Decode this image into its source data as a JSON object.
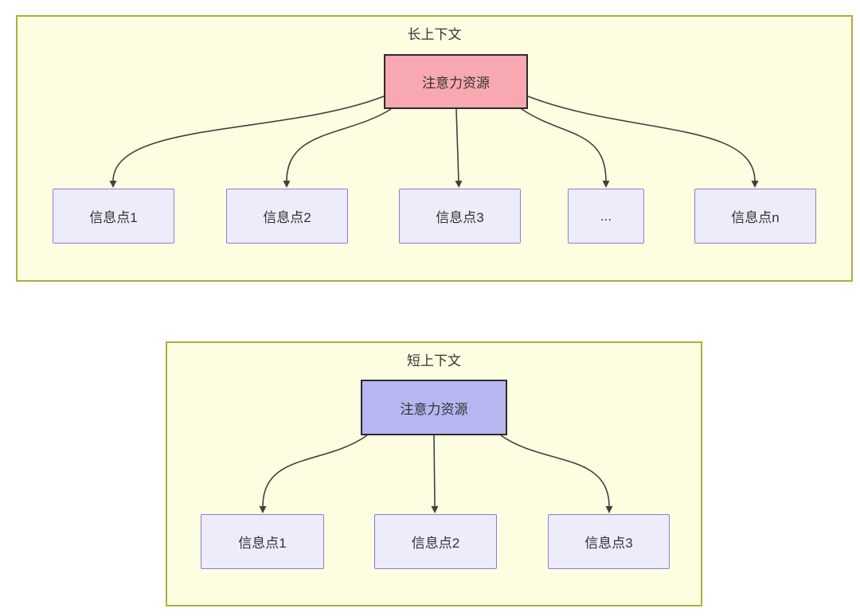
{
  "diagram": {
    "type": "flow-comparison",
    "sections": [
      {
        "id": "long-context",
        "title": "长上下文",
        "source": {
          "label": "注意力资源"
        },
        "targets": [
          {
            "label": "信息点1"
          },
          {
            "label": "信息点2"
          },
          {
            "label": "信息点3"
          },
          {
            "label": "..."
          },
          {
            "label": "信息点n"
          }
        ]
      },
      {
        "id": "short-context",
        "title": "短上下文",
        "source": {
          "label": "注意力资源"
        },
        "targets": [
          {
            "label": "信息点1"
          },
          {
            "label": "信息点2"
          },
          {
            "label": "信息点3"
          }
        ]
      }
    ],
    "colors": {
      "page_bg": "#FFFFFF",
      "section_bg": "#FDFDE2",
      "section_border": "#AEAE3E",
      "source_long_fill": "#F8A8B0",
      "source_short_fill": "#B6B6F0",
      "source_border": "#2B2B2B",
      "target_fill": "#ECECFA",
      "target_border": "#9678D7",
      "arrow": "#404040",
      "text": "#333333"
    }
  }
}
